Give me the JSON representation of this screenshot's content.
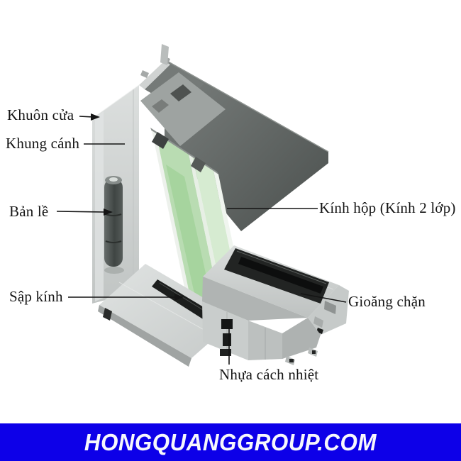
{
  "diagram": {
    "type": "annotated-illustration",
    "subject": "Aluminum window frame corner cutaway with double glazing",
    "labels": [
      {
        "id": "khuon-cua",
        "text": "Khuôn cửa"
      },
      {
        "id": "khung-canh",
        "text": "Khung cánh"
      },
      {
        "id": "ban-le",
        "text": "Bản lề"
      },
      {
        "id": "sap-kinh",
        "text": "Sập kính"
      },
      {
        "id": "kinh-hop",
        "text": "Kính hộp (Kính 2 lớp)"
      },
      {
        "id": "gioang-chan",
        "text": "Gioăng chặn"
      },
      {
        "id": "nhua-cach-nhiet",
        "text": "Nhựa cách nhiệt"
      }
    ]
  },
  "footer": {
    "website": "HONGQUANGGROUP.COM",
    "background": "#0d00e8",
    "text_color": "#f7f7fc"
  },
  "colors": {
    "label_text": "#151515",
    "leader_line": "#141414",
    "aluminum_light": "#d3d6d5",
    "aluminum_dark": "#5c615f",
    "glass_green": "#b9dcb2",
    "gasket_black": "#1c1e1d"
  }
}
